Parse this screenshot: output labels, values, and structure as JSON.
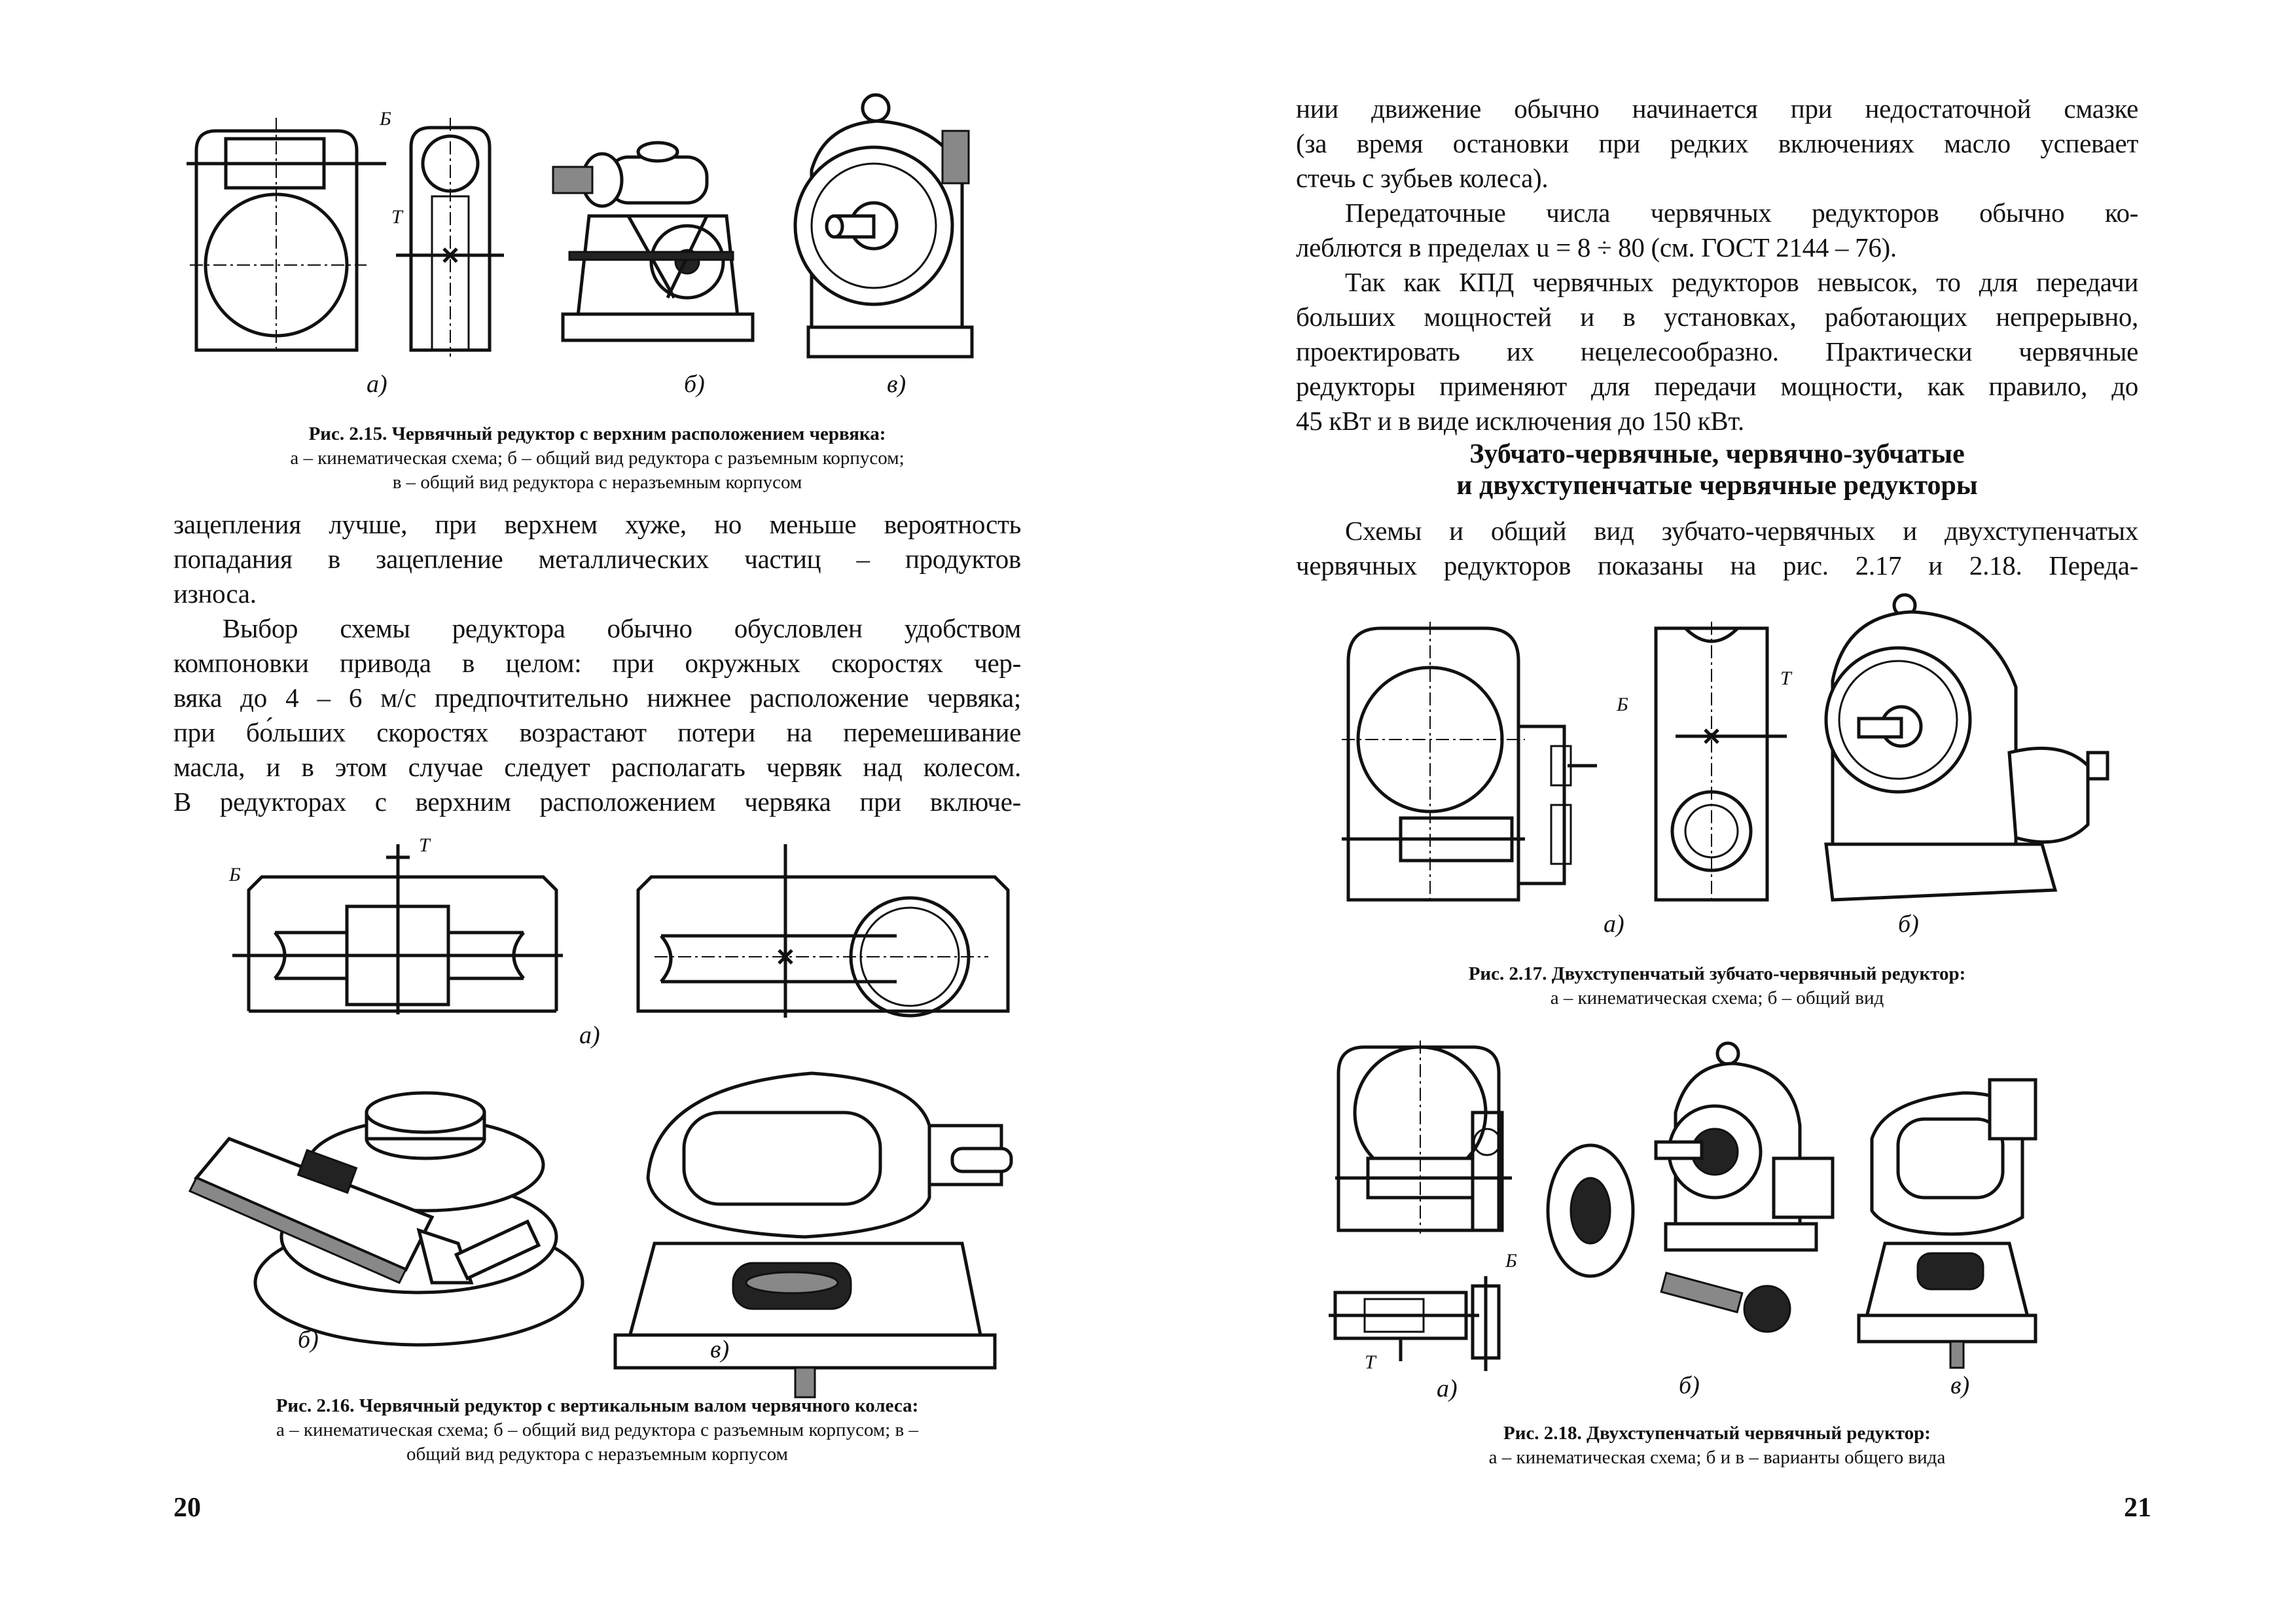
{
  "left_page": {
    "page_number": "20",
    "fig_2_15": {
      "labels": [
        "а)",
        "б)",
        "в)"
      ],
      "scheme_letters": [
        "Б",
        "Т"
      ],
      "caption_title": "Рис. 2.15. Червячный редуктор с верхним расположением червяка:",
      "caption_lines": [
        "а – кинематическая схема; б – общий вид редуктора с разъемным корпусом;",
        "в – общий вид редуктора с неразъемным корпусом"
      ]
    },
    "body_lines": [
      "зацепления лучше, при верхнем хуже, но меньше вероятность",
      "попадания в зацепление металлических частиц – продуктов",
      "износа.",
      "Выбор схемы редуктора обычно обусловлен удобством",
      "компоновки привода в целом: при окружных скоростях чер-",
      "вяка до 4 – 6 м/с предпочтительно нижнее расположение червяка;",
      "при бо́льших скоростях возрастают потери на перемешивание",
      "масла, и в этом случае следует располагать червяк над колесом.",
      "В редукторах с верхним расположением червяка при включе-"
    ],
    "fig_2_16": {
      "labels": [
        "а)",
        "б)",
        "в)"
      ],
      "scheme_letters": [
        "Б",
        "Т"
      ],
      "caption_title": "Рис. 2.16. Червячный редуктор с вертикальным валом червячного колеса:",
      "caption_lines": [
        "а – кинематическая схема; б – общий вид редуктора с разъемным корпусом; в –",
        "общий вид редуктора с неразъемным корпусом"
      ]
    }
  },
  "right_page": {
    "page_number": "21",
    "body_lines": [
      "нии движение обычно начинается при недостаточной смазке",
      "(за время остановки при редких включениях масло успевает",
      "стечь с зубьев колеса).",
      "Передаточные числа червячных редукторов обычно ко-",
      "леблются в пределах u = 8 ÷ 80 (см. ГОСТ 2144 – 76).",
      "Так как КПД червячных редукторов невысок, то для передачи",
      "больших мощностей и в установках, работающих непрерывно,",
      "проектировать их нецелесообразно. Практически червячные",
      "редукторы применяют для передачи мощности, как правило, до",
      "45 кВт и в виде исключения до 150 кВт."
    ],
    "heading": [
      "Зубчато-червячные, червячно-зубчатые",
      "и двухступенчатые червячные редукторы"
    ],
    "para2_lines": [
      "Схемы и общий вид зубчато-червячных и двухступенчатых",
      "червячных редукторов показаны на рис. 2.17 и 2.18. Переда-"
    ],
    "fig_2_17": {
      "labels": [
        "а)",
        "б)"
      ],
      "scheme_letters": [
        "Б",
        "Т"
      ],
      "caption_title": "Рис. 2.17. Двухступенчатый зубчато-червячный редуктор:",
      "caption_lines": [
        "а – кинематическая схема; б – общий вид"
      ]
    },
    "fig_2_18": {
      "labels": [
        "а)",
        "б)",
        "в)"
      ],
      "scheme_letters": [
        "Б",
        "Т"
      ],
      "caption_title": "Рис. 2.18. Двухступенчатый червячный редуктор:",
      "caption_lines": [
        "а – кинематическая схема; б и в – варианты общего вида"
      ]
    }
  }
}
